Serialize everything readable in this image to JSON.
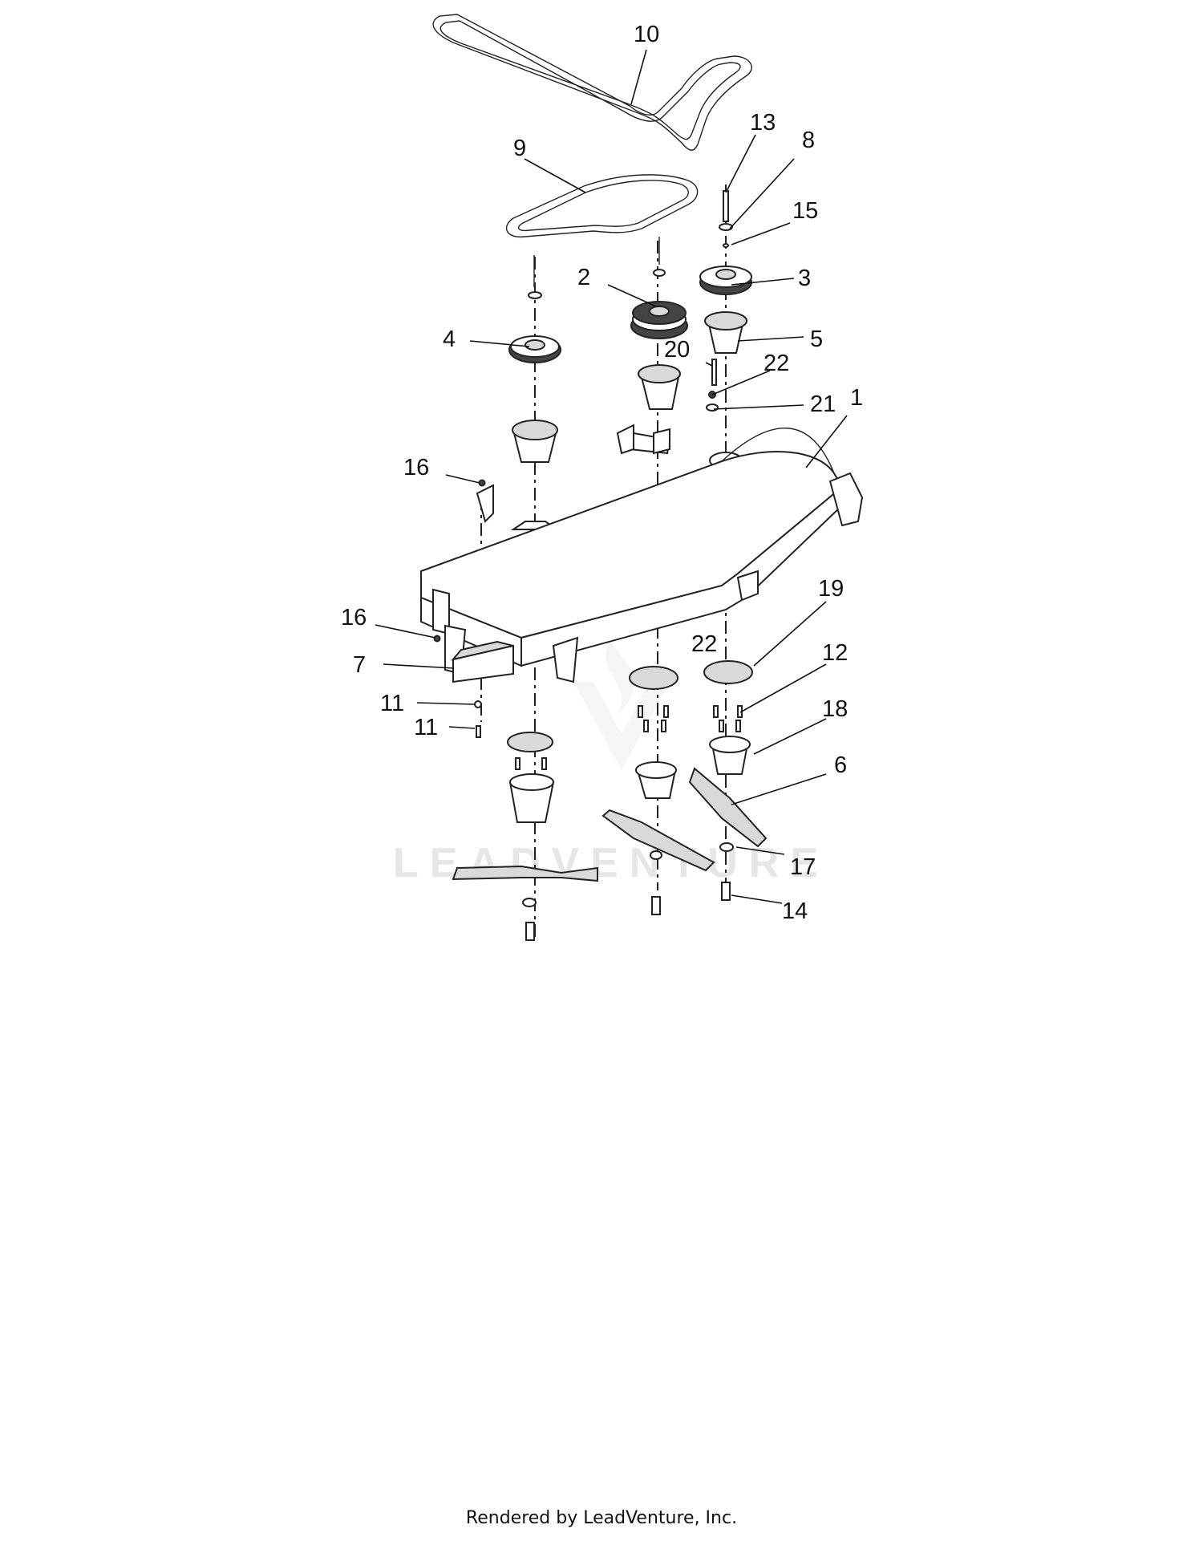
{
  "diagram": {
    "callouts": [
      "10",
      "9",
      "13",
      "8",
      "15",
      "3",
      "2",
      "5",
      "4",
      "20",
      "22",
      "21",
      "1",
      "16",
      "16",
      "7",
      "11",
      "11",
      "19",
      "22",
      "12",
      "18",
      "6",
      "17",
      "14"
    ]
  },
  "watermark": "LEADVENTURE",
  "footer": "Rendered by LeadVenture, Inc."
}
